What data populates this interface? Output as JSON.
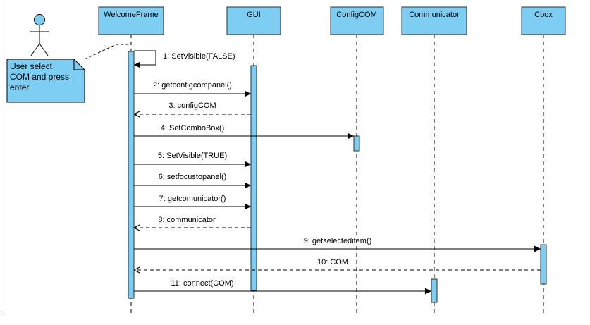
{
  "actor": {
    "name": ""
  },
  "note": {
    "lines": [
      "User select",
      "COM and press",
      "enter"
    ]
  },
  "lifelines": [
    {
      "id": "welcome",
      "label": "WelcomeFrame"
    },
    {
      "id": "gui",
      "label": "GUI"
    },
    {
      "id": "config",
      "label": "ConfigCOM"
    },
    {
      "id": "comm",
      "label": "Communicator"
    },
    {
      "id": "cbox",
      "label": "Cbox"
    }
  ],
  "messages": [
    {
      "id": "m1",
      "label": "1: SetVisible(FALSE)",
      "from": "welcome",
      "to": "welcome",
      "kind": "self"
    },
    {
      "id": "m2",
      "label": "2: getconfigcompanel()",
      "from": "welcome",
      "to": "gui",
      "kind": "call"
    },
    {
      "id": "m3",
      "label": "3: configCOM",
      "from": "gui",
      "to": "welcome",
      "kind": "return"
    },
    {
      "id": "m4",
      "label": "4: SetComboBox()",
      "from": "welcome",
      "to": "config",
      "kind": "call"
    },
    {
      "id": "m5",
      "label": "5: SetVisible(TRUE)",
      "from": "welcome",
      "to": "gui",
      "kind": "call"
    },
    {
      "id": "m6",
      "label": "6: setfocustopanel()",
      "from": "welcome",
      "to": "gui",
      "kind": "call"
    },
    {
      "id": "m7",
      "label": "7: getcomunicator()",
      "from": "welcome",
      "to": "gui",
      "kind": "call"
    },
    {
      "id": "m8",
      "label": "8: communicator",
      "from": "gui",
      "to": "welcome",
      "kind": "return"
    },
    {
      "id": "m9",
      "label": "9: getselecteditem()",
      "from": "welcome",
      "to": "cbox",
      "kind": "call"
    },
    {
      "id": "m10",
      "label": "10: COM",
      "from": "cbox",
      "to": "welcome",
      "kind": "return"
    },
    {
      "id": "m11",
      "label": "11: connect(COM)",
      "from": "welcome",
      "to": "comm",
      "kind": "call"
    }
  ],
  "colors": {
    "box_fill": "#7ECEF4",
    "box_stroke": "#2F2F2F",
    "actor_head_fill": "#7ECEF4",
    "line": "#000000"
  }
}
